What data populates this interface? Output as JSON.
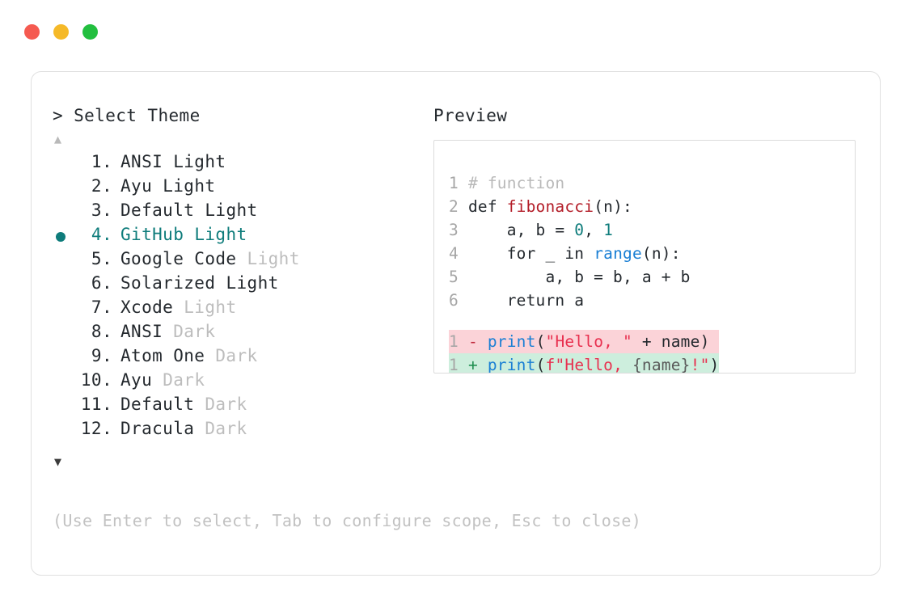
{
  "window": {
    "traffic_lights": [
      {
        "name": "close",
        "color": "#f55a50"
      },
      {
        "name": "minimize",
        "color": "#f5b928"
      },
      {
        "name": "maximize",
        "color": "#22bf3f"
      }
    ]
  },
  "colors": {
    "accent_teal": "#0e7c7b",
    "text": "#24292e",
    "dim": "#bdbdbd",
    "hint": "#c2c2c2",
    "card_border": "#e0e0e0",
    "preview_border": "#dcdcdc",
    "diff_remove_bg": "#fbd3d8",
    "diff_add_bg": "#cdeedd",
    "string": "#e8304f",
    "function": "#b31d28",
    "builtin": "#1a7fd4",
    "number": "#0e7c7b",
    "comment": "#b9b9b9"
  },
  "prompt": {
    "marker": ">",
    "title": "Select Theme"
  },
  "scroll": {
    "up_icon": "▲",
    "down_icon": "▼"
  },
  "themes": [
    {
      "index": "1.",
      "name": "ANSI",
      "variant": "Light",
      "variant_dim": false,
      "selected": false
    },
    {
      "index": "2.",
      "name": "Ayu",
      "variant": "Light",
      "variant_dim": false,
      "selected": false
    },
    {
      "index": "3.",
      "name": "Default",
      "variant": "Light",
      "variant_dim": false,
      "selected": false
    },
    {
      "index": "4.",
      "name": "GitHub",
      "variant": "Light",
      "variant_dim": false,
      "selected": true
    },
    {
      "index": "5.",
      "name": "Google Code",
      "variant": "Light",
      "variant_dim": true,
      "selected": false
    },
    {
      "index": "6.",
      "name": "Solarized",
      "variant": "Light",
      "variant_dim": false,
      "selected": false
    },
    {
      "index": "7.",
      "name": "Xcode",
      "variant": "Light",
      "variant_dim": true,
      "selected": false
    },
    {
      "index": "8.",
      "name": "ANSI",
      "variant": "Dark",
      "variant_dim": true,
      "selected": false
    },
    {
      "index": "9.",
      "name": "Atom One",
      "variant": "Dark",
      "variant_dim": true,
      "selected": false
    },
    {
      "index": "10.",
      "name": "Ayu",
      "variant": "Dark",
      "variant_dim": true,
      "selected": false
    },
    {
      "index": "11.",
      "name": "Default",
      "variant": "Dark",
      "variant_dim": true,
      "selected": false
    },
    {
      "index": "12.",
      "name": "Dracula",
      "variant": "Dark",
      "variant_dim": true,
      "selected": false
    }
  ],
  "hint": "(Use Enter to select, Tab to configure scope, Esc to close)",
  "preview": {
    "label": "Preview",
    "code_lines": [
      {
        "num": "1",
        "tokens": [
          {
            "t": "# function",
            "c": "comment"
          }
        ]
      },
      {
        "num": "2",
        "tokens": [
          {
            "t": "def ",
            "c": "kw"
          },
          {
            "t": "fibonacci",
            "c": "fn"
          },
          {
            "t": "(n):",
            "c": "plain"
          }
        ]
      },
      {
        "num": "3",
        "tokens": [
          {
            "t": "    a, b = ",
            "c": "plain"
          },
          {
            "t": "0",
            "c": "num"
          },
          {
            "t": ", ",
            "c": "plain"
          },
          {
            "t": "1",
            "c": "num"
          }
        ]
      },
      {
        "num": "4",
        "tokens": [
          {
            "t": "    for _ in ",
            "c": "plain"
          },
          {
            "t": "range",
            "c": "builtin"
          },
          {
            "t": "(n):",
            "c": "plain"
          }
        ]
      },
      {
        "num": "5",
        "tokens": [
          {
            "t": "        a, b = b, a + b",
            "c": "plain"
          }
        ]
      },
      {
        "num": "6",
        "tokens": [
          {
            "t": "    return a",
            "c": "plain"
          }
        ]
      }
    ],
    "diff_lines": [
      {
        "num": "1",
        "sign": "-",
        "kind": "remove",
        "tokens": [
          {
            "t": "print",
            "c": "builtin"
          },
          {
            "t": "(",
            "c": "plain"
          },
          {
            "t": "\"Hello, \"",
            "c": "str"
          },
          {
            "t": " + name)",
            "c": "plain"
          }
        ]
      },
      {
        "num": "1",
        "sign": "+",
        "kind": "add",
        "tokens": [
          {
            "t": "print",
            "c": "builtin"
          },
          {
            "t": "(",
            "c": "plain"
          },
          {
            "t": "f\"Hello, ",
            "c": "str"
          },
          {
            "t": "{name}",
            "c": "interp"
          },
          {
            "t": "!\"",
            "c": "str"
          },
          {
            "t": ")",
            "c": "plain"
          }
        ]
      }
    ]
  }
}
